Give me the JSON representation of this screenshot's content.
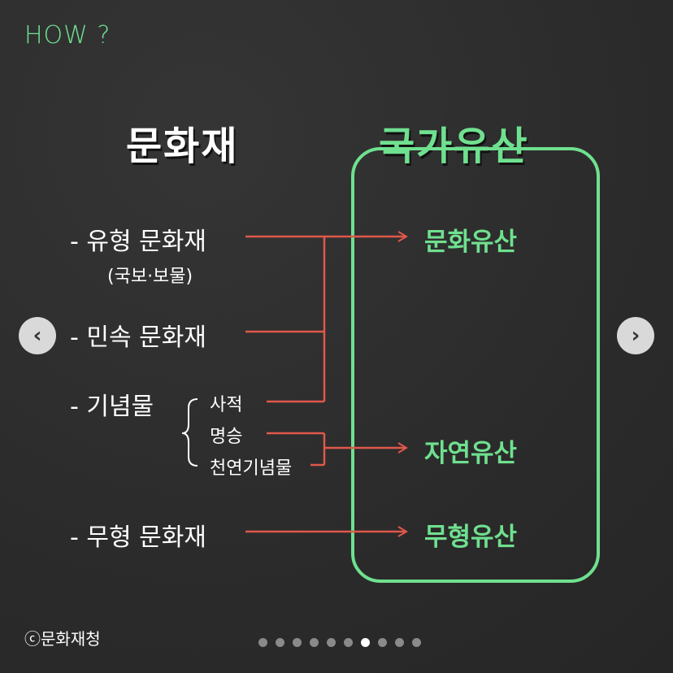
{
  "header": {
    "label": "HOW ?"
  },
  "titles": {
    "left": "문화재",
    "right": "국가유산"
  },
  "left_items": {
    "tangible": "- 유형 문화재",
    "tangible_note": "(국보·보물)",
    "folk": "- 민속 문화재",
    "monument": "- 기념물",
    "monument_sub": [
      "사적",
      "명승",
      "천연기념물"
    ],
    "intangible": "- 무형 문화재"
  },
  "right_items": {
    "cultural": "문화유산",
    "natural": "자연유산",
    "intangible": "무형유산"
  },
  "credit": "ⓒ문화재청",
  "carousel": {
    "total_dots": 10,
    "active_index": 6,
    "prev_icon": "‹",
    "next_icon": "›"
  },
  "colors": {
    "accent": "#6fe08f",
    "arrow": "#e0584a",
    "background": "#2d2d2d"
  }
}
